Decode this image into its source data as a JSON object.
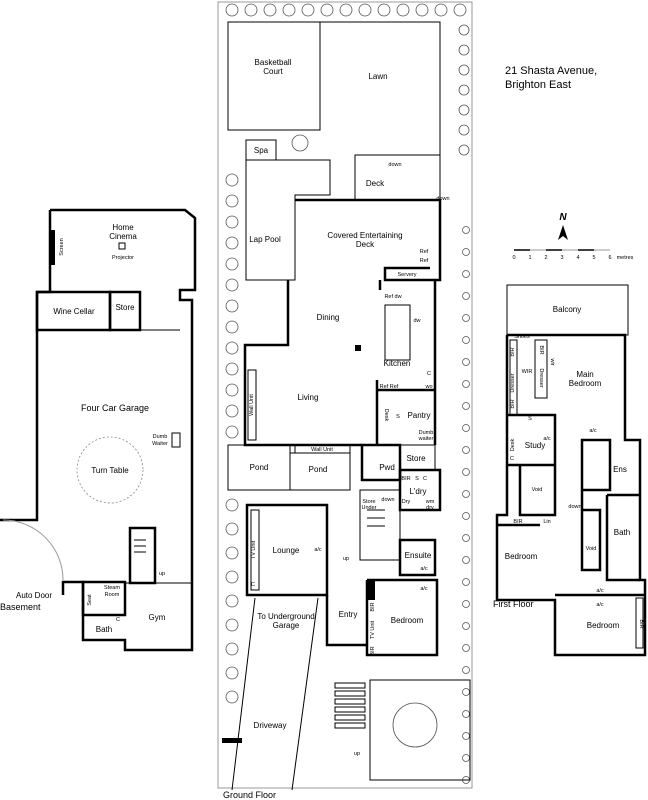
{
  "title": {
    "line1": "21 Shasta Avenue,",
    "line2": "Brighton East"
  },
  "north": "N",
  "scale": {
    "ticks": [
      "0",
      "1",
      "2",
      "3",
      "4",
      "5",
      "6"
    ],
    "unit": "metres"
  },
  "basement": {
    "floor_label": "Basement",
    "labels": [
      "Home",
      "Cinema",
      "Projector",
      "Screen",
      "Wine Cellar",
      "Store",
      "Four Car Garage",
      "Dumb",
      "Waiter",
      "Turn Table",
      "Auto Door",
      "Steam",
      "Room",
      "Seat",
      "C",
      "Bath",
      "Gym",
      "up"
    ]
  },
  "ground_floor": {
    "floor_label": "Ground Floor",
    "labels": [
      "Basketball",
      "Court",
      "Lawn",
      "Spa",
      "down",
      "Deck",
      "down",
      "Lap Pool",
      "Covered Entertaining",
      "Deck",
      "Ref",
      "Ref",
      "Servery",
      "Ref dw",
      "Dining",
      "dw",
      "Kitchen",
      "C",
      "wo",
      "Ref Ref",
      "Desk",
      "S",
      "Pantry",
      "Dumb",
      "waiter",
      "Wall Unit",
      "Living",
      "Wall Unit",
      "Pond",
      "Pond",
      "Pwd",
      "Store",
      "BIR",
      "S",
      "C",
      "L'dry",
      "down",
      "Store",
      "Under",
      "Dry",
      "wm",
      "dry",
      "Ensuite",
      "a/c",
      "Lounge",
      "TV Unit",
      "C",
      "a/c",
      "up",
      "To Underground",
      "Garage",
      "Entry",
      "Bedroom",
      "BIR",
      "TV Unit",
      "BIR",
      "a/c",
      "Driveway",
      "up"
    ]
  },
  "first_floor": {
    "floor_label": "First Floor",
    "labels": [
      "Balcony",
      "Shoes",
      "BIR",
      "WIR",
      "Dresser",
      "BIR",
      "BIR",
      "Dresser",
      "wir",
      "Main",
      "Bedroom",
      "S",
      "Desk",
      "Study",
      "a/c",
      "C",
      "a/c",
      "Ens",
      "Void",
      "down",
      "BIR",
      "Lin",
      "Void",
      "Bath",
      "Bedroom",
      "a/c",
      "a/c",
      "Bedroom",
      "BIR"
    ]
  }
}
